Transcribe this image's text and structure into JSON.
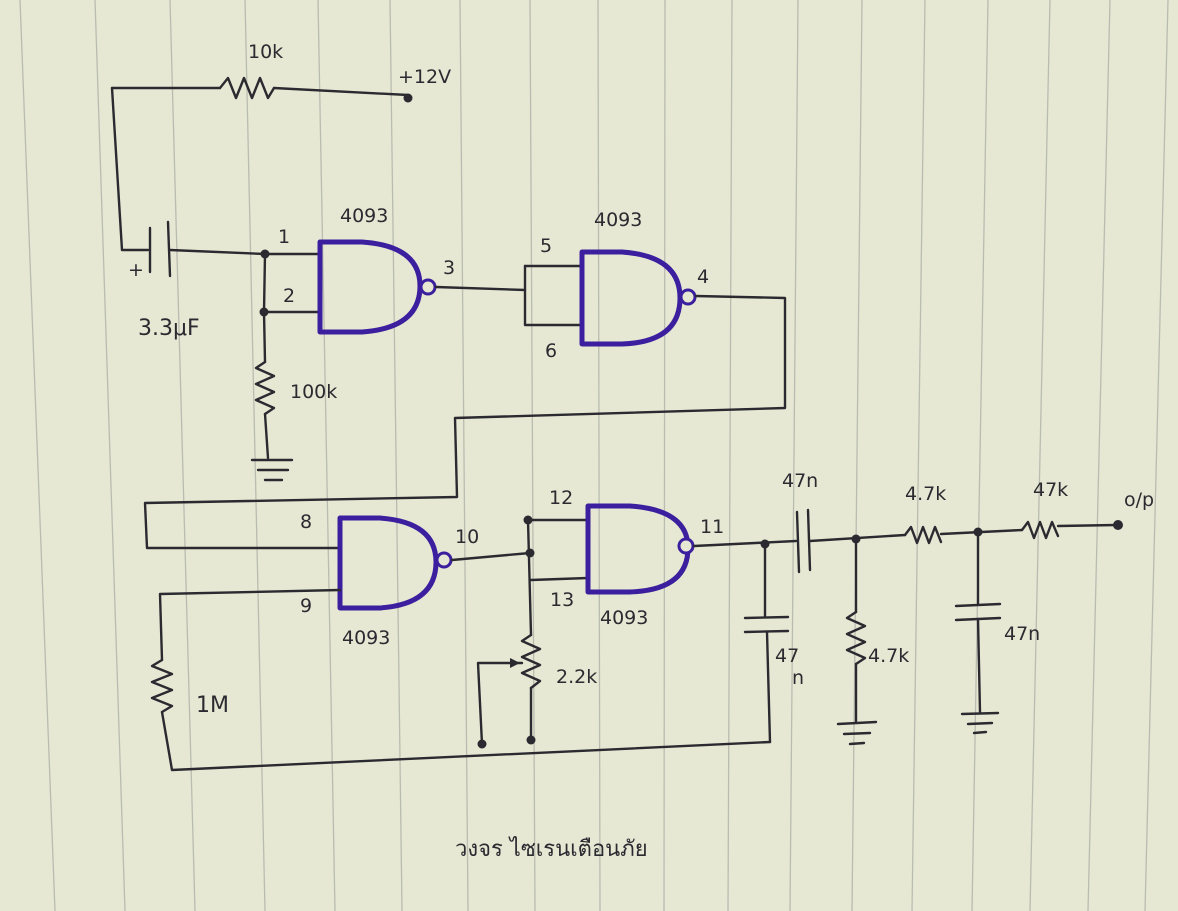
{
  "labels": {
    "supply": "+12V",
    "r_top": "10k",
    "cap_timing": "3.3μF",
    "cap_plus": "+",
    "r_pulldown": "100k",
    "gate1_ic": "4093",
    "gate2_ic": "4093",
    "gate3_ic": "4093",
    "gate4_ic": "4093",
    "pin1": "1",
    "pin2": "2",
    "pin3": "3",
    "pin4": "4",
    "pin5": "5",
    "pin6": "6",
    "pin8": "8",
    "pin9": "9",
    "pin10": "10",
    "pin11": "11",
    "pin12": "12",
    "pin13": "13",
    "r_1m": "1M",
    "pot": "2.2k",
    "c_47n_shunt": "47",
    "c_47n_shunt_unit": "n",
    "c_47n_series": "47n",
    "r_47k_shunt": "4.7k",
    "r_47k_series1": "4.7k",
    "r_47k_series2": "47k",
    "c_47n_filter": "47n",
    "output": "o/p",
    "caption": "วงจร ไซเรนเตือนภัย"
  },
  "colors": {
    "paper": "#e6e8d3",
    "ink": "#2b2a30",
    "gate_ink": "#3b1f9e"
  }
}
